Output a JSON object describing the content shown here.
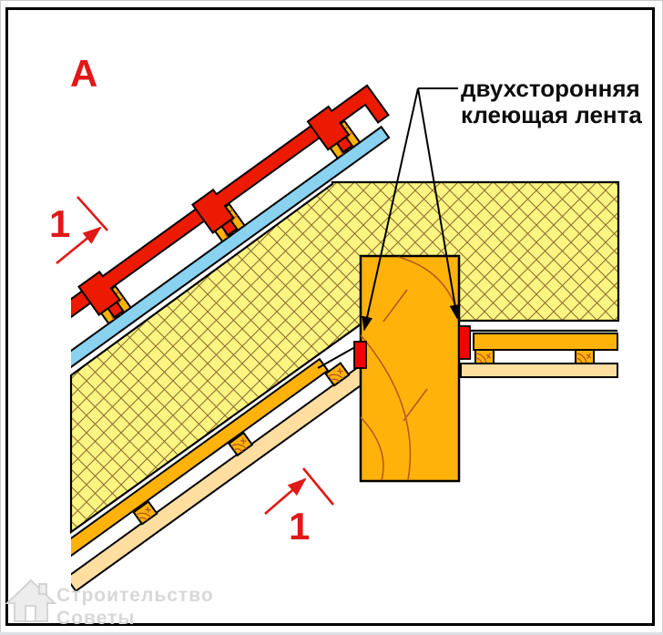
{
  "annotation": {
    "line1": "двухсторонняя",
    "line2": "клеющая лента"
  },
  "labels": {
    "detail_letter": "А",
    "section_marker_upper": "1",
    "section_marker_lower": "1"
  },
  "watermark": {
    "line1": "Строительство",
    "line2": "Советы"
  },
  "colors": {
    "tile_red": "#ec1a00",
    "marker_red": "#e01818",
    "tape_red": "#f00505",
    "membrane_cyan": "#89d2f0",
    "wood_orange": "#ffb30a",
    "board_pale": "#ffdea0",
    "insulation_fill": "#fcf581",
    "hatch_line": "#8a6a33",
    "grain_brown": "#b55a1e",
    "outline": "#000000",
    "watermark_gray": "#d8d8d8",
    "annotation_black": "#0d0d0d"
  }
}
